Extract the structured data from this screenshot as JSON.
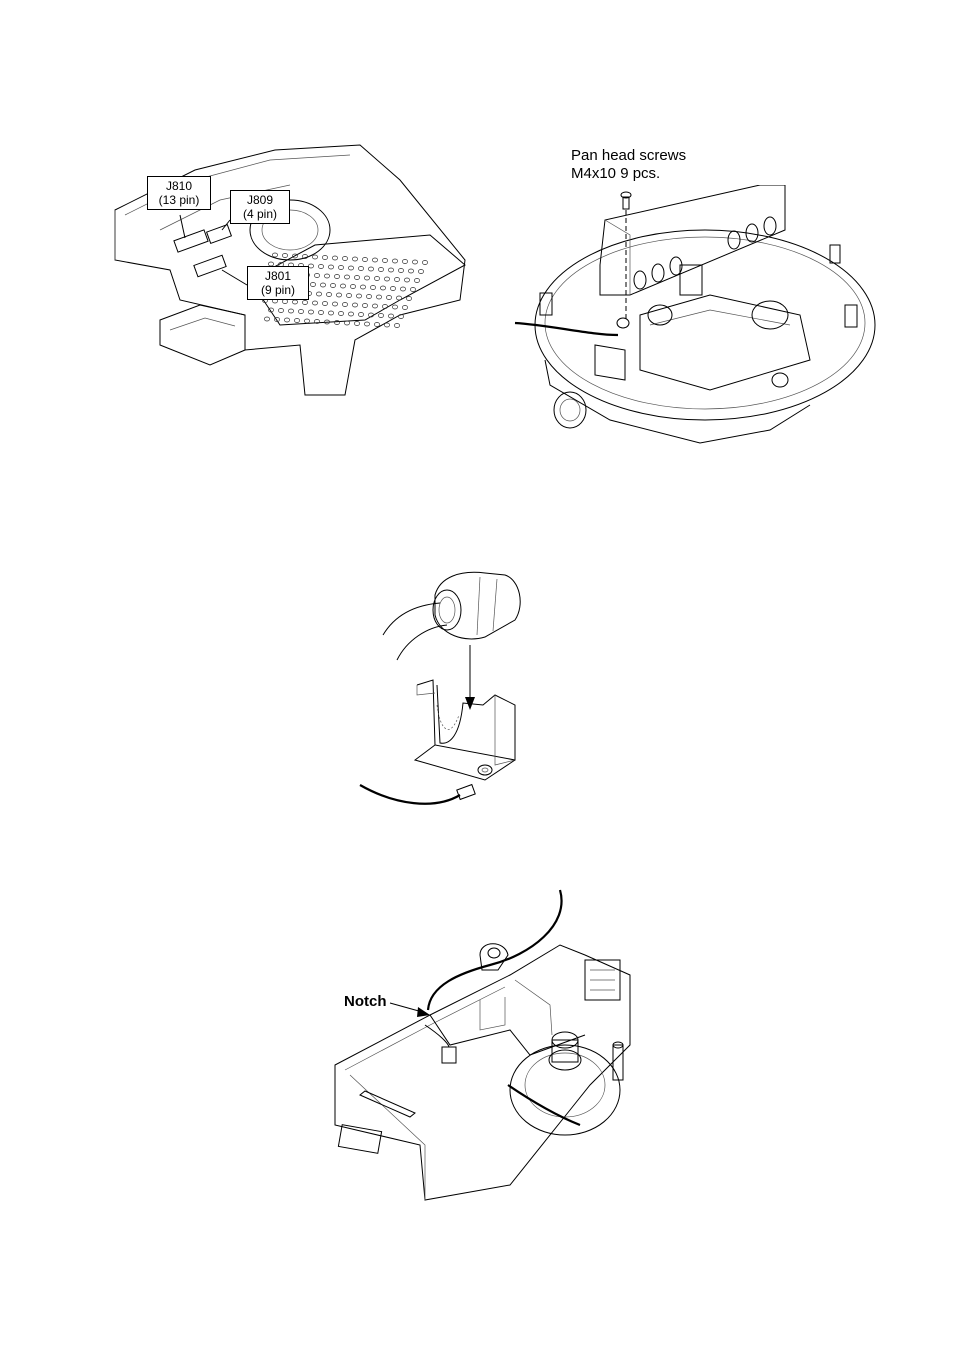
{
  "figure_connectors": {
    "callouts": [
      {
        "id": "J810",
        "line1": "J810",
        "line2": "(13 pin)"
      },
      {
        "id": "J809",
        "line1": "J809",
        "line2": "(4 pin)"
      },
      {
        "id": "J801",
        "line1": "J801",
        "line2": "(9 pin)"
      }
    ]
  },
  "figure_screws": {
    "label_line1": "Pan head screws",
    "label_line2": "M4x10  9 pcs."
  },
  "figure_notch": {
    "label": "Notch"
  }
}
